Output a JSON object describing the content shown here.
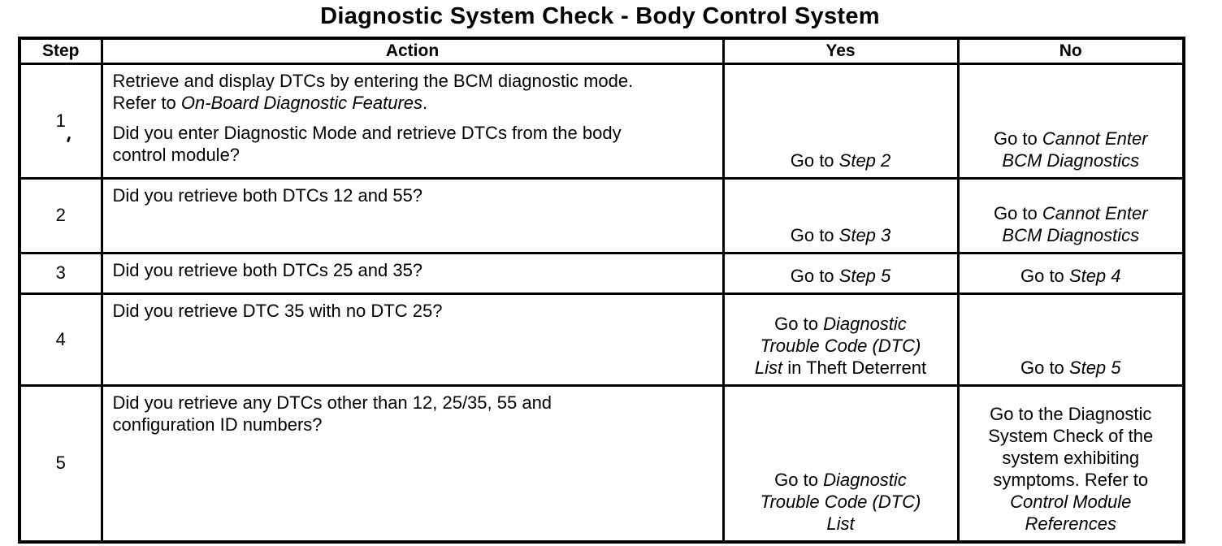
{
  "title": "Diagnostic System Check - Body Control System",
  "colors": {
    "text": "#000000",
    "background": "#ffffff",
    "border": "#000000"
  },
  "table": {
    "headers": [
      "Step",
      "Action",
      "Yes",
      "No"
    ],
    "rows": [
      {
        "step": "1",
        "scan_artifact": true,
        "action": [
          {
            "lines": [
              [
                {
                  "t": "Retrieve and display DTCs by entering the BCM diagnostic mode."
                }
              ],
              [
                {
                  "t": "Refer to "
                },
                {
                  "t": "On-Board Diagnostic Features",
                  "i": true
                },
                {
                  "t": "."
                }
              ]
            ]
          },
          {
            "lines": [
              [
                {
                  "t": "Did you enter Diagnostic Mode and retrieve DTCs from the body"
                }
              ],
              [
                {
                  "t": "control module?"
                }
              ]
            ]
          }
        ],
        "yes": {
          "lines": [
            [
              {
                "t": "Go to "
              },
              {
                "t": "Step 2",
                "i": true
              }
            ]
          ]
        },
        "no": {
          "lines": [
            [
              {
                "t": "Go to "
              },
              {
                "t": "Cannot Enter",
                "i": true
              }
            ],
            [
              {
                "t": "BCM Diagnostics",
                "i": true
              }
            ]
          ]
        }
      },
      {
        "step": "2",
        "action": [
          {
            "lines": [
              [
                {
                  "t": "Did you retrieve both DTCs 12 and 55?"
                }
              ]
            ]
          }
        ],
        "yes": {
          "lines": [
            [
              {
                "t": "Go to "
              },
              {
                "t": "Step 3",
                "i": true
              }
            ]
          ]
        },
        "no": {
          "lines": [
            [
              {
                "t": "Go to "
              },
              {
                "t": "Cannot Enter",
                "i": true
              }
            ],
            [
              {
                "t": "BCM Diagnostics",
                "i": true
              }
            ]
          ]
        }
      },
      {
        "step": "3",
        "action": [
          {
            "lines": [
              [
                {
                  "t": "Did you retrieve both DTCs 25 and 35?"
                }
              ]
            ]
          }
        ],
        "yes": {
          "lines": [
            [
              {
                "t": "Go to "
              },
              {
                "t": "Step 5",
                "i": true
              }
            ]
          ]
        },
        "no": {
          "lines": [
            [
              {
                "t": "Go to "
              },
              {
                "t": "Step 4",
                "i": true
              }
            ]
          ]
        }
      },
      {
        "step": "4",
        "action": [
          {
            "lines": [
              [
                {
                  "t": "Did you retrieve DTC 35 with no DTC 25?"
                }
              ]
            ]
          }
        ],
        "yes": {
          "lines": [
            [
              {
                "t": "Go to "
              },
              {
                "t": "Diagnostic",
                "i": true
              }
            ],
            [
              {
                "t": "Trouble Code (DTC)",
                "i": true
              }
            ],
            [
              {
                "t": "List",
                "i": true
              },
              {
                "t": " in Theft Deterrent"
              }
            ]
          ]
        },
        "no": {
          "lines": [
            [
              {
                "t": "Go to "
              },
              {
                "t": "Step 5",
                "i": true
              }
            ]
          ]
        }
      },
      {
        "step": "5",
        "action": [
          {
            "lines": [
              [
                {
                  "t": "Did you retrieve any DTCs other than 12, 25/35, 55 and"
                }
              ],
              [
                {
                  "t": "configuration ID numbers?"
                }
              ]
            ]
          }
        ],
        "yes": {
          "lines": [
            [
              {
                "t": "Go to "
              },
              {
                "t": "Diagnostic",
                "i": true
              }
            ],
            [
              {
                "t": "Trouble Code (DTC)",
                "i": true
              }
            ],
            [
              {
                "t": "List",
                "i": true
              }
            ]
          ]
        },
        "no": {
          "lines": [
            [
              {
                "t": "Go to the Diagnostic"
              }
            ],
            [
              {
                "t": "System Check of the"
              }
            ],
            [
              {
                "t": "system exhibiting"
              }
            ],
            [
              {
                "t": "symptoms. Refer to"
              }
            ],
            [
              {
                "t": "Control Module",
                "i": true
              }
            ],
            [
              {
                "t": "References",
                "i": true
              }
            ]
          ]
        }
      }
    ]
  }
}
